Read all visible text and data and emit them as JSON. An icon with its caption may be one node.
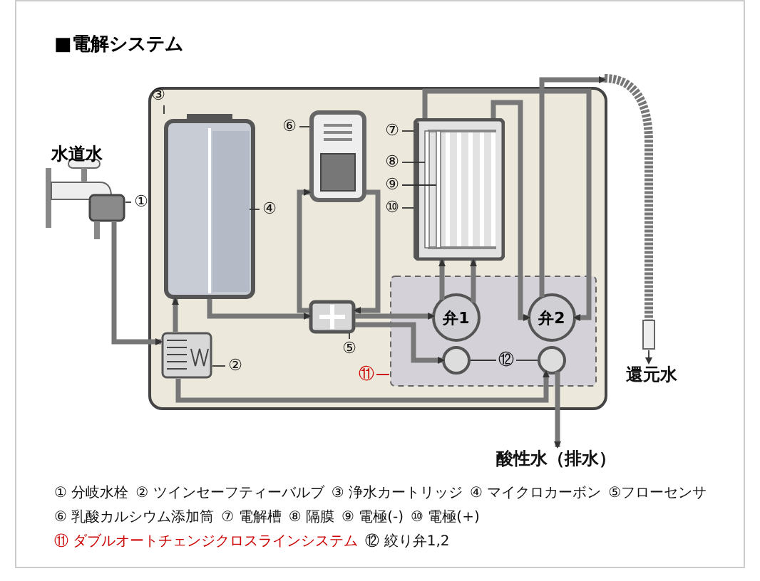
{
  "diagram": {
    "title": "■電解システム",
    "nodes": [
      {
        "text": [
          "①"
        ]
      },
      {
        "text": [],
        "shape": "valve"
      },
      {
        "text": [
          "②"
        ]
      },
      {
        "text": [],
        "shape": "valve"
      },
      {
        "text": [
          "③"
        ]
      },
      {
        "text": [],
        "shape": "cylinder"
      },
      {
        "text": [
          "④"
        ]
      },
      {
        "text": [],
        "shape": "bar",
        "in": 5
      },
      {
        "text": [
          "⑤"
        ]
      },
      {
        "text": [],
        "shape": "box"
      },
      {
        "text": [
          "⑥"
        ]
      },
      {
        "text": [],
        "shape": "cylinder"
      },
      {
        "text": [
          "⑦"
        ]
      },
      {
        "text": [],
        "shape": "box"
      },
      {
        "text": [
          "⑧"
        ]
      },
      {
        "text": [],
        "shape": "bar",
        "in": 13
      },
      {
        "text": [
          "⑨"
        ]
      },
      {
        "text": [],
        "shape": "bar",
        "in": 13
      },
      {
        "text": [
          "⑩"
        ]
      },
      {
        "text": [],
        "shape": "bar",
        "in": 13
      },
      {
        "text": [
          "⑪"
        ]
      },
      {
        "text": [],
        "shape": "box"
      },
      {
        "text": [
          "弁1"
        ],
        "in": 21
      },
      {
        "text": [
          "弁2"
        ],
        "in": 21
      },
      {
        "text": [
          "⑫"
        ],
        "in": 21
      },
      {
        "text": [],
        "shape": "circle",
        "in": 21
      },
      {
        "text": [],
        "shape": "circle",
        "in": 21
      },
      {
        "text": [],
        "shape": "hose"
      },
      {
        "text": [
          "還元水"
        ]
      },
      {
        "text": [
          "酸性水（排水）"
        ]
      }
    ],
    "edges": [
      {
        "from": 0,
        "to": 1,
        "arrow": "none"
      },
      {
        "from": 2,
        "to": 3,
        "arrow": "none"
      },
      {
        "from": 4,
        "to": 5,
        "arrow": "none"
      },
      {
        "from": 6,
        "to": 7,
        "arrow": "none"
      },
      {
        "from": 8,
        "to": 9,
        "arrow": "none"
      },
      {
        "from": 10,
        "to": 11,
        "arrow": "none"
      },
      {
        "from": 12,
        "to": 13,
        "arrow": "none"
      },
      {
        "from": 14,
        "to": 17,
        "arrow": "none"
      },
      {
        "from": 16,
        "to": 19,
        "arrow": "none"
      },
      {
        "from": 18,
        "to": 15,
        "arrow": "none"
      },
      {
        "from": 20,
        "to": 21,
        "arrow": "none",
        "color": "#cc0000"
      },
      {
        "from": 24,
        "to": 25,
        "arrow": "none"
      },
      {
        "from": 24,
        "to": 26,
        "arrow": "none"
      },
      {
        "from": 1,
        "to": 3,
        "arrow": "to",
        "style": "thick"
      },
      {
        "from": 3,
        "to": 5,
        "arrow": "to",
        "style": "thick"
      },
      {
        "from": 5,
        "to": 9,
        "arrow": "to",
        "style": "thick"
      },
      {
        "from": 9,
        "to": 11,
        "arrow": "to",
        "style": "thick"
      },
      {
        "from": 11,
        "to": 9,
        "arrow": "to",
        "style": "thick"
      },
      {
        "from": 9,
        "to": 22,
        "arrow": "to",
        "style": "thick"
      },
      {
        "from": 9,
        "to": 25,
        "arrow": "to",
        "style": "thick"
      },
      {
        "from": 22,
        "to": 13,
        "arrow": "to",
        "style": "thick"
      },
      {
        "from": 22,
        "to": 13,
        "arrow": "to",
        "style": "thick"
      },
      {
        "from": 13,
        "to": 23,
        "arrow": "to",
        "style": "thick"
      },
      {
        "from": 13,
        "to": 23,
        "arrow": "to",
        "style": "thick"
      },
      {
        "from": 23,
        "to": 27,
        "arrow": "to",
        "style": "thick"
      },
      {
        "from": 27,
        "to": 28,
        "arrow": "to"
      },
      {
        "from": 3,
        "to": 26,
        "arrow": "to",
        "style": "thick"
      },
      {
        "from": 26,
        "to": 29,
        "arrow": "to",
        "style": "thick"
      }
    ],
    "labels": [
      "水道水",
      "① 分岐水栓",
      "② ツインセーフティーバルブ",
      "③ 浄水カートリッジ",
      "④ マイクロカーボン",
      "⑤フローセンサ",
      "⑥ 乳酸カルシウム添加筒",
      "⑦ 電解槽",
      "⑧ 隔膜",
      "⑨ 電極(-)",
      "⑩ 電極(+)",
      "⑪ ダブルオートチェンジクロスラインシステム",
      "⑫ 絞り弁1,2"
    ]
  }
}
